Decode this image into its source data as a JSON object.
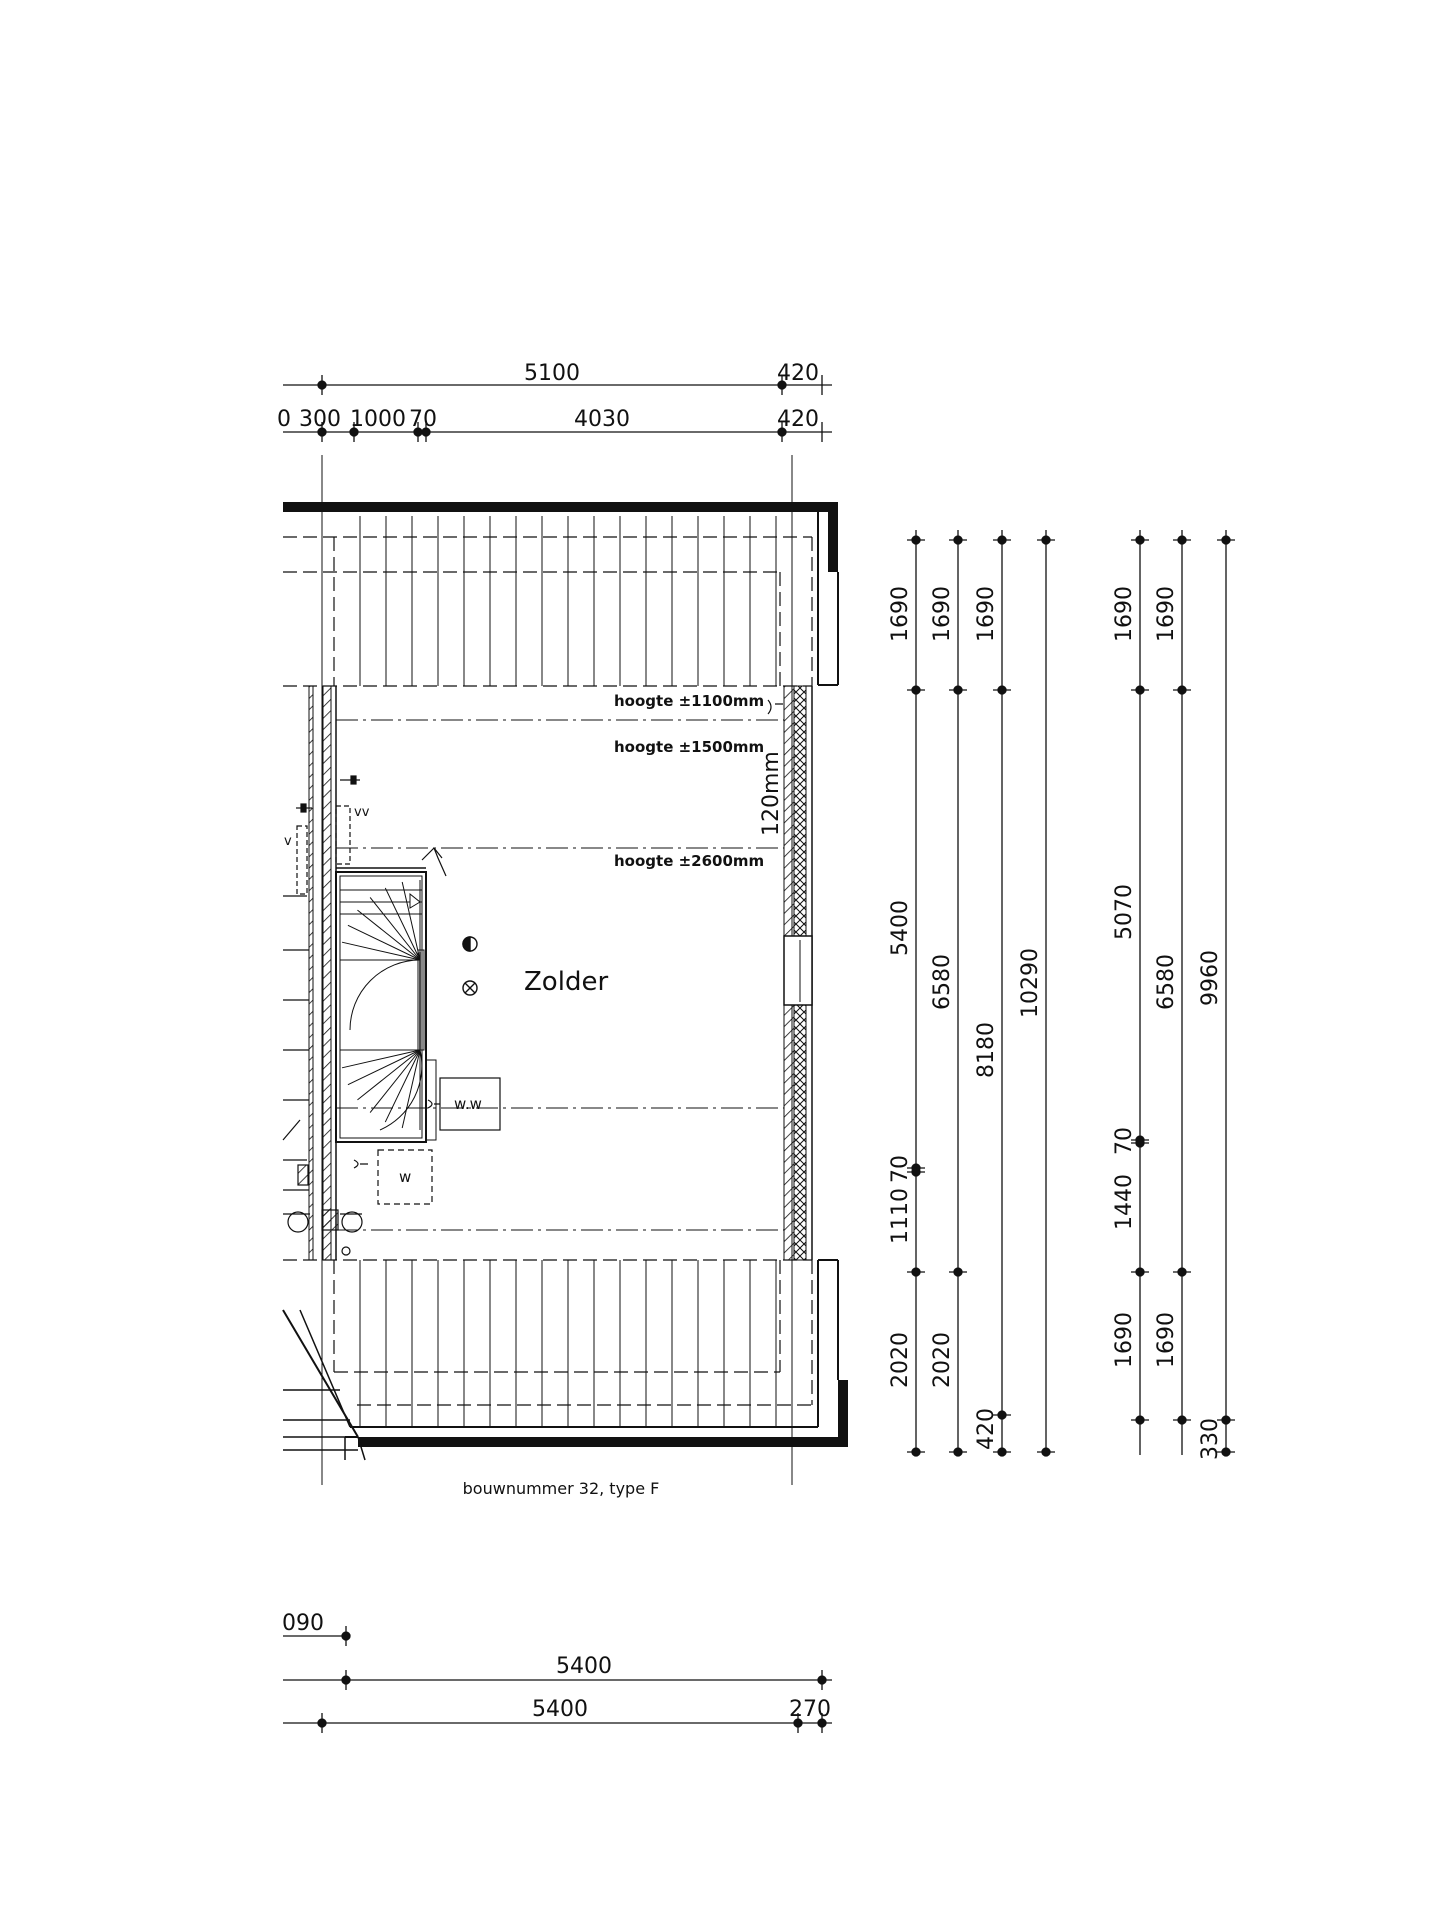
{
  "room_name": "Zolder",
  "caption": "bouwnummer 32, type F",
  "height_labels": [
    "hoogte ±1100mm",
    "hoogte ±1500mm",
    "hoogte ±2600mm"
  ],
  "wall_thickness_label": "120mm",
  "fixture_labels": {
    "ww": "w.w",
    "w": "w",
    "vv": "vv",
    "v": "v"
  },
  "top_dims": {
    "row1": [
      "5100",
      "420"
    ],
    "row2": [
      "0",
      "300",
      "1000",
      "70",
      "4030",
      "420"
    ]
  },
  "bottom_dims": {
    "row1": [
      "090"
    ],
    "row2": [
      "5400"
    ],
    "row3": [
      "5400",
      "270"
    ]
  },
  "right_dims_a": {
    "line1": [
      "1690",
      "5400",
      "70",
      "1110",
      "2020"
    ],
    "line2": [
      "1690",
      "6580",
      "2020"
    ],
    "line3": [
      "1690",
      "8180",
      "420"
    ],
    "line4": [
      "10290"
    ]
  },
  "right_dims_b": {
    "line1": [
      "1690",
      "5070",
      "70",
      "1440",
      "1690"
    ],
    "line2": [
      "1690",
      "6580",
      "1690"
    ],
    "line3": [
      "9960",
      "330"
    ]
  }
}
